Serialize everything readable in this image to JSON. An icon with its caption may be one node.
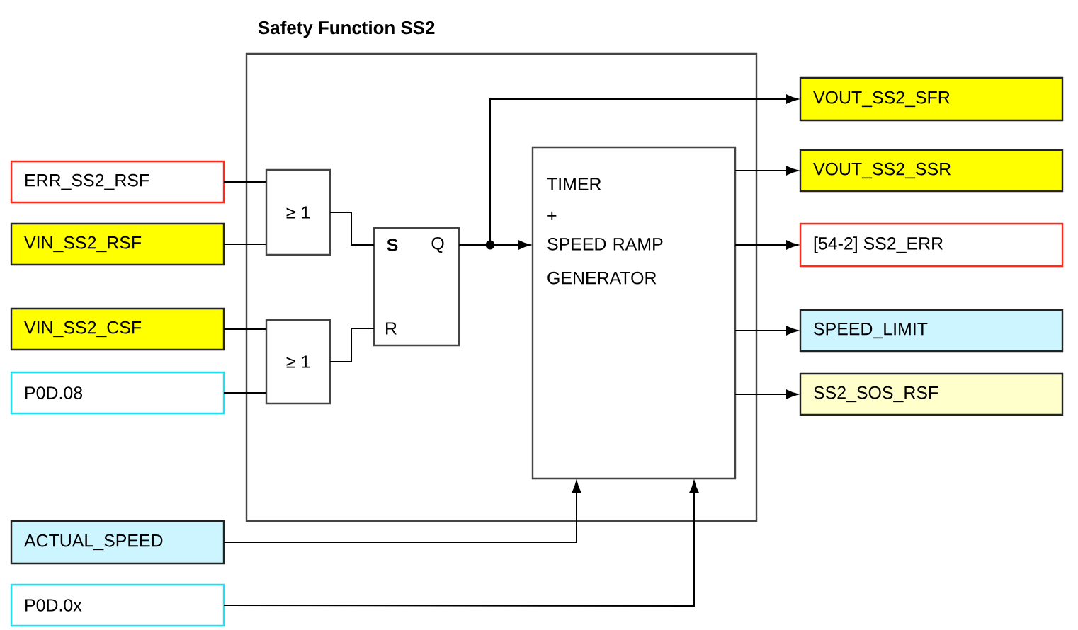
{
  "diagram": {
    "nodes": [
      {
        "text": [
          "Safety Function SS2"
        ]
      },
      {
        "text": [
          "ERR_SS2_RSF"
        ]
      },
      {
        "text": [
          "VIN_SS2_RSF"
        ]
      },
      {
        "text": [
          "VIN_SS2_CSF"
        ]
      },
      {
        "text": [
          "P0D.08"
        ]
      },
      {
        "text": [
          "≥ 1"
        ],
        "in": 0
      },
      {
        "text": [
          "≥ 1"
        ],
        "in": 0
      },
      {
        "text": [
          "S",
          "Q",
          "R"
        ],
        "in": 0
      },
      {
        "text": [
          "TIMER",
          "+",
          "SPEED RAMP GENERATOR"
        ],
        "in": 0
      },
      {
        "text": [
          "VOUT_SS2_SFR"
        ]
      },
      {
        "text": [
          "VOUT_SS2_SSR"
        ]
      },
      {
        "text": [
          "[54-2] SS2_ERR"
        ]
      },
      {
        "text": [
          "SPEED_LIMIT"
        ]
      },
      {
        "text": [
          "SS2_SOS_RSF"
        ]
      },
      {
        "text": [
          "ACTUAL_SPEED"
        ]
      },
      {
        "text": [
          "P0D.0x"
        ]
      }
    ],
    "edges": [
      {
        "from": 1,
        "to": 5,
        "arrow": "none"
      },
      {
        "from": 2,
        "to": 5,
        "arrow": "none"
      },
      {
        "from": 3,
        "to": 6,
        "arrow": "none"
      },
      {
        "from": 4,
        "to": 6,
        "arrow": "none"
      },
      {
        "from": 5,
        "to": 7,
        "arrow": "none"
      },
      {
        "from": 6,
        "to": 7,
        "arrow": "none"
      },
      {
        "from": 7,
        "to": 8,
        "arrow": "to"
      },
      {
        "from": 7,
        "to": 9,
        "arrow": "to"
      },
      {
        "from": 8,
        "to": 10,
        "arrow": "to"
      },
      {
        "from": 8,
        "to": 11,
        "arrow": "to"
      },
      {
        "from": 8,
        "to": 12,
        "arrow": "to"
      },
      {
        "from": 8,
        "to": 13,
        "arrow": "to"
      },
      {
        "from": 14,
        "to": 8,
        "arrow": "to"
      },
      {
        "from": 15,
        "to": 8,
        "arrow": "to"
      }
    ]
  }
}
